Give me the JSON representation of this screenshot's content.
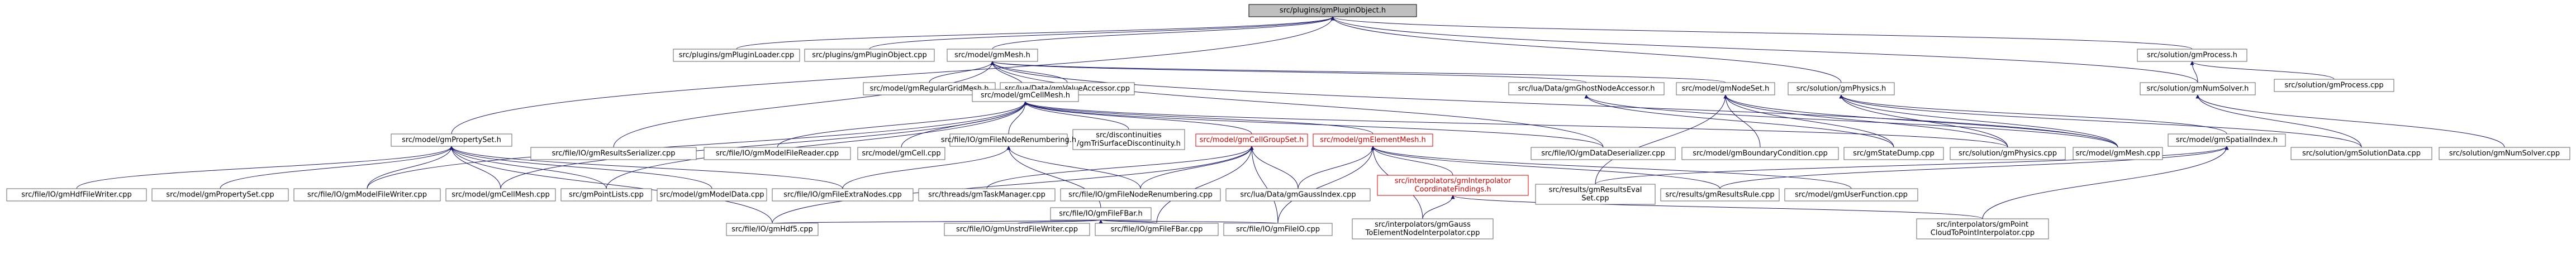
{
  "title": "src/plugins/gmPluginObject.h",
  "colors": {
    "edge": "#191970",
    "root_fill": "#bfbfbf",
    "node_border": "#666666",
    "red_border": "#e00000"
  },
  "nodes": [
    {
      "id": "root",
      "label": "src/plugins/gmPluginObject.h"
    },
    {
      "id": "loader_cpp",
      "label": "src/plugins/gmPluginLoader.cpp"
    },
    {
      "id": "object_cpp",
      "label": "src/plugins/gmPluginObject.cpp"
    },
    {
      "id": "mesh_h",
      "label": "src/model/gmMesh.h"
    },
    {
      "id": "process_h",
      "label": "src/solution/gmProcess.h"
    },
    {
      "id": "process_cpp",
      "label": "src/solution/gmProcess.cpp"
    },
    {
      "id": "regular_grid",
      "label": "src/model/gmRegularGridMesh.h"
    },
    {
      "id": "value_accessor",
      "label": "src/lua/Data/gmValueAccessor.cpp"
    },
    {
      "id": "cellmesh_h",
      "label": "src/model/gmCellMesh.h"
    },
    {
      "id": "ghost_accessor",
      "label": "src/lua/Data/gmGhostNodeAccessor.h"
    },
    {
      "id": "nodeset_h",
      "label": "src/model/gmNodeSet.h"
    },
    {
      "id": "physics_h",
      "label": "src/solution/gmPhysics.h"
    },
    {
      "id": "numsolver_h",
      "label": "src/solution/gmNumSolver.h"
    },
    {
      "id": "propertyset_h",
      "label": "src/model/gmPropertySet.h"
    },
    {
      "id": "results_serializer",
      "label": "src/file/IO/gmResultsSerializer.cpp"
    },
    {
      "id": "discontinuities",
      "label": "src/discontinuities\n/gmTriSurfaceDiscontinuity.h"
    },
    {
      "id": "cellgroupset_h",
      "label": "src/model/gmCellGroupSet.h"
    },
    {
      "id": "elementmesh_h",
      "label": "src/model/gmElementMesh.h"
    },
    {
      "id": "modelcell_cpp",
      "label": "src/model/gmCell.cpp"
    },
    {
      "id": "modelfile_reader",
      "label": "src/file/IO/gmModelFileReader.cpp"
    },
    {
      "id": "filenode_renum_h",
      "label": "src/file/IO/gmFileNodeRenumbering.h"
    },
    {
      "id": "data_deserializer",
      "label": "src/file/IO/gmDataDeserializer.cpp"
    },
    {
      "id": "boundary_condition",
      "label": "src/model/gmBoundaryCondition.cpp"
    },
    {
      "id": "state_dump",
      "label": "src/gmStateDump.cpp"
    },
    {
      "id": "physics_cpp",
      "label": "src/solution/gmPhysics.cpp"
    },
    {
      "id": "mesh_cpp",
      "label": "src/model/gmMesh.cpp"
    },
    {
      "id": "spatialindex_h",
      "label": "src/model/gmSpatialIndex.h"
    },
    {
      "id": "solution_data",
      "label": "src/solution/gmSolutionData.cpp"
    },
    {
      "id": "numsolver_cpp",
      "label": "src/solution/gmNumSolver.cpp"
    },
    {
      "id": "hdf_writer",
      "label": "src/file/IO/gmHdfFileWriter.cpp"
    },
    {
      "id": "property_set_cpp",
      "label": "src/model/gmPropertySet.cpp"
    },
    {
      "id": "modelfile_writer",
      "label": "src/file/IO/gmModelFileWriter.cpp"
    },
    {
      "id": "cellmesh_cpp",
      "label": "src/model/gmCellMesh.cpp"
    },
    {
      "id": "pointlists",
      "label": "src/gmPointLists.cpp"
    },
    {
      "id": "modeldata_cpp",
      "label": "src/model/gmModelData.cpp"
    },
    {
      "id": "extra_nodes",
      "label": "src/file/IO/gmFileExtraNodes.cpp"
    },
    {
      "id": "task_manager",
      "label": "src/threads/gmTaskManager.cpp"
    },
    {
      "id": "filenode_renum_cpp",
      "label": "src/file/IO/gmFileNodeRenumbering.cpp"
    },
    {
      "id": "gauss_index",
      "label": "src/lua/Data/gmGaussIndex.cpp"
    },
    {
      "id": "coordinate_findings",
      "label": "src/interpolators/gmInterpolator\nCoordinateFindings.h"
    },
    {
      "id": "results_eval_set",
      "label": "src/results/gmResultsEval\nSet.cpp"
    },
    {
      "id": "results_rule",
      "label": "src/results/gmResultsRule.cpp"
    },
    {
      "id": "user_function",
      "label": "src/model/gmUserFunction.cpp"
    },
    {
      "id": "filefbar_h",
      "label": "src/file/IO/gmFileFBar.h"
    },
    {
      "id": "hdf5_cpp",
      "label": "src/file/IO/gmHdf5.cpp"
    },
    {
      "id": "unstrd_writer",
      "label": "src/file/IO/gmUnstrdFileWriter.cpp"
    },
    {
      "id": "filefbar_cpp",
      "label": "src/file/IO/gmFileFBar.cpp"
    },
    {
      "id": "fileio_cpp",
      "label": "src/file/IO/gmFileIO.cpp"
    },
    {
      "id": "gauss_to_element",
      "label": "src/interpolators/gmGauss\nToElementNodeInterpolator.cpp"
    },
    {
      "id": "point_cloud",
      "label": "src/interpolators/gmPoint\nCloudToPointInterpolator.cpp"
    }
  ]
}
